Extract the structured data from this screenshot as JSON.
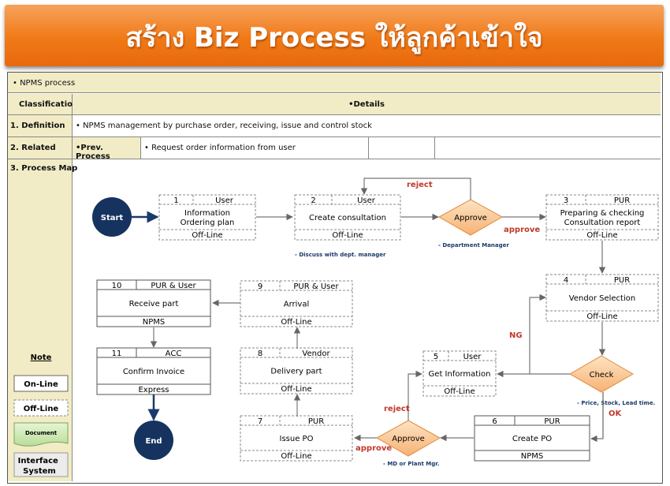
{
  "title": "สร้าง Biz Process ให้ลูกค้าเข้าใจ",
  "table": {
    "process_name": "• NPMS process",
    "col_classification": "Classification",
    "col_details": "•Details",
    "row1_label": "1. Definition",
    "row1_value": "• NPMS management by purchase order, receiving, issue and control stock",
    "row2_label": "2. Related",
    "row2_prev": "•Prev. Process",
    "row2_value": "• Request order information from user",
    "row3_label": "3. Process Map"
  },
  "legend": {
    "title": "Note",
    "online": "On-Line",
    "offline": "Off-Line",
    "document": "Document",
    "interface": "Interface System"
  },
  "nodes": {
    "start": "Start",
    "end": "End",
    "s1": {
      "num": "1",
      "role": "User",
      "text1": "Information",
      "text2": "Ordering plan",
      "foot": "Off-Line"
    },
    "s2": {
      "num": "2",
      "role": "User",
      "text1": "Create consultation",
      "foot": "Off-Line",
      "note": "- Discuss with dept. manager"
    },
    "approve1": {
      "text": "Approve",
      "note": "- Department Manager"
    },
    "s3": {
      "num": "3",
      "role": "PUR",
      "text1": "Preparing & checking",
      "text2": "Consultation report",
      "foot": "Off-Line"
    },
    "s4": {
      "num": "4",
      "role": "PUR",
      "text1": "Vendor Selection",
      "foot": "Off-Line"
    },
    "check": {
      "text": "Check",
      "note": "- Price, Stock, Lead time."
    },
    "s5": {
      "num": "5",
      "role": "User",
      "text1": "Get Information",
      "foot": "Off-Line"
    },
    "s6": {
      "num": "6",
      "role": "PUR",
      "text1": "Create PO",
      "foot": "NPMS"
    },
    "approve2": {
      "text": "Approve",
      "note": "- MD or Plant Mgr."
    },
    "s7": {
      "num": "7",
      "role": "PUR",
      "text1": "Issue PO",
      "foot": "Off-Line"
    },
    "s8": {
      "num": "8",
      "role": "Vendor",
      "text1": "Delivery part",
      "foot": "Off-Line"
    },
    "s9": {
      "num": "9",
      "role": "PUR & User",
      "text1": "Arrival",
      "foot": "Off-Line"
    },
    "s10": {
      "num": "10",
      "role": "PUR & User",
      "text1": "Receive part",
      "foot": "NPMS"
    },
    "s11": {
      "num": "11",
      "role": "ACC",
      "text1": "Confirm Invoice",
      "foot": "Express"
    }
  },
  "edges": {
    "reject1": "reject",
    "approve1": "approve",
    "ng": "NG",
    "ok": "OK",
    "reject2": "reject",
    "approve2": "approve"
  }
}
